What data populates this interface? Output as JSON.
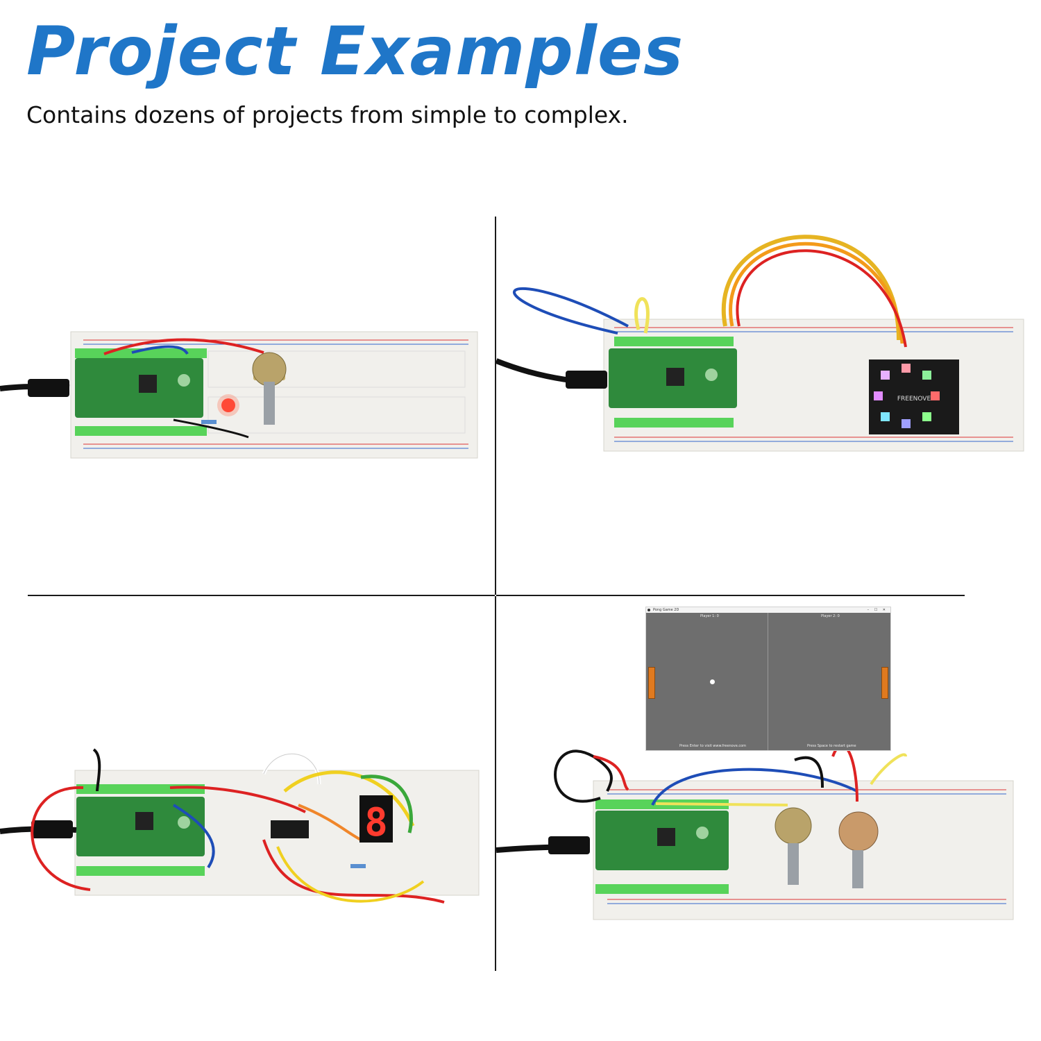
{
  "header": {
    "title": "Project Examples",
    "subtitle": "Contains dozens of projects from simple to complex."
  },
  "game_window": {
    "title": "Pong Game 2D",
    "controls": "– ☐ ✕",
    "player1": "Player 1: 0",
    "player2": "Player 2: 0",
    "hint_left": "Press Enter to visit www.freenove.com",
    "hint_right": "Press Space to restart game"
  },
  "board": {
    "label": "FREENOVE"
  },
  "colors": {
    "title": "#1f76c8",
    "pcb": "#2f8a3c",
    "breadboard": "#f1f0ec"
  }
}
